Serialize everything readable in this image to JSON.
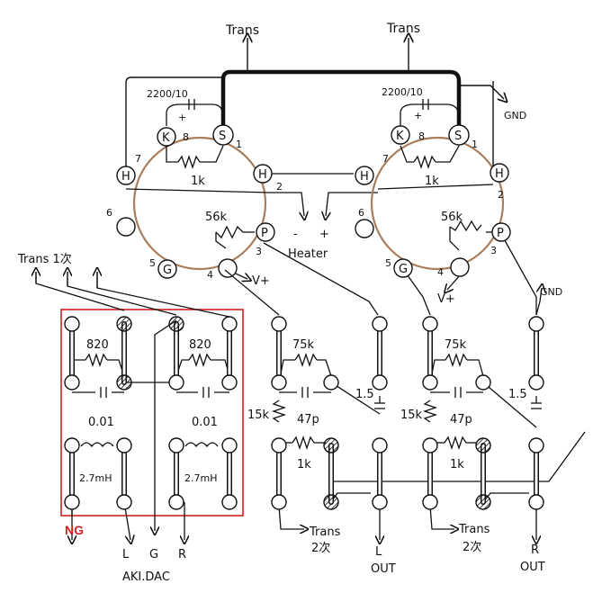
{
  "colors": {
    "ink": "#111111",
    "tube": "#a87d5c",
    "ng_box": "#d02020"
  },
  "top": {
    "trans_left": "Trans",
    "trans_right": "Trans",
    "gnd_top": "GND"
  },
  "tube_left": {
    "cap": "2200/10",
    "cap_plus": "+",
    "res_k": "1k",
    "res_p": "56k",
    "pins": {
      "H7": "H",
      "K": "K",
      "S": "S",
      "H2": "H",
      "P": "P",
      "G": "G"
    },
    "nums": {
      "n7": "7",
      "n8": "8",
      "n1": "1",
      "n2": "2",
      "n6": "6",
      "n5": "5",
      "n4": "4",
      "n3": "3"
    },
    "vplus": "V+"
  },
  "tube_right": {
    "cap": "2200/10",
    "cap_plus": "+",
    "res_k": "1k",
    "res_p": "56k",
    "pins": {
      "H7": "H",
      "K": "K",
      "S": "S",
      "H2": "H",
      "P": "P",
      "G": "G"
    },
    "nums": {
      "n7": "7",
      "n8": "8",
      "n1": "1",
      "n2": "2",
      "n6": "6",
      "n5": "5",
      "n4": "4",
      "n3": "3"
    },
    "vplus": "V+"
  },
  "heater": {
    "minus": "-",
    "plus": "+",
    "label": "Heater"
  },
  "input_board": {
    "trans1": "Trans 1次",
    "r1": "820",
    "r2": "820",
    "c1": "0.01",
    "c2": "0.01",
    "l1": "2.7mH",
    "l2": "2.7mH",
    "ng_label": "NG",
    "out_L": "L",
    "out_G": "G",
    "out_R": "R",
    "dac": "AKI.DAC"
  },
  "output_board": {
    "left": {
      "r75": "75k",
      "r15": "15k",
      "c47": "47p",
      "r1k": "1k",
      "c15": "1.5",
      "trans2": "Trans",
      "trans2b": "2次",
      "out_ch": "L",
      "out": "OUT"
    },
    "right": {
      "r75": "75k",
      "r15": "15k",
      "c47": "47p",
      "r1k": "1k",
      "c15": "1.5",
      "trans2": "Trans",
      "trans2b": "2次",
      "out_ch": "R",
      "out": "OUT"
    },
    "gnd": "GND"
  }
}
